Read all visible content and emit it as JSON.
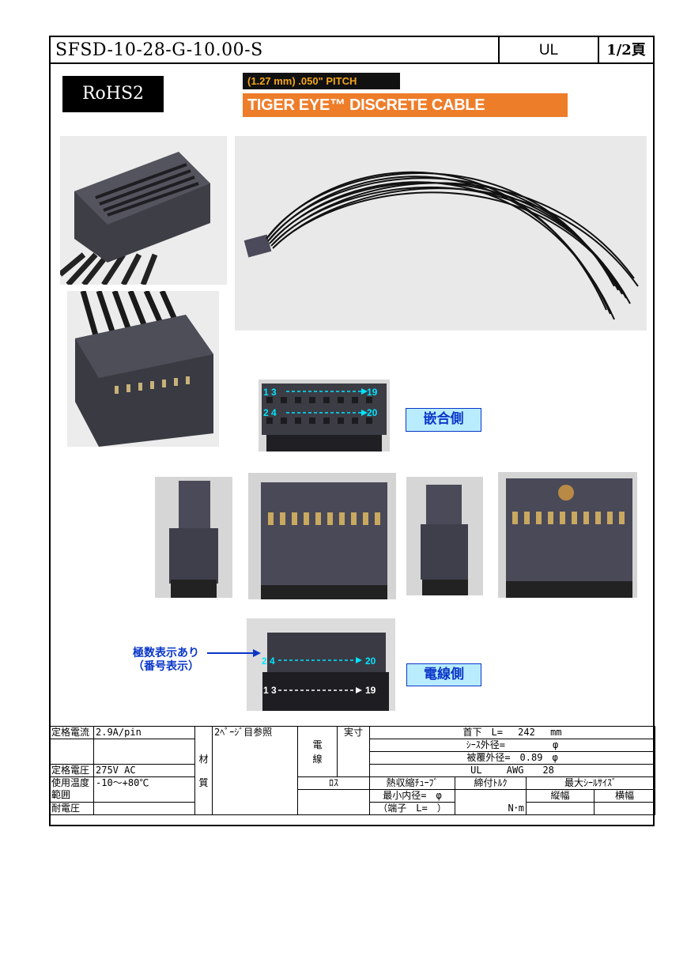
{
  "header": {
    "part_number": "SFSD-10-28-G-10.00-S",
    "standard": "UL",
    "page": "1/2頁"
  },
  "rohs_label": "RoHS2",
  "banner": {
    "pitch": "(1.27 mm) .050\" PITCH",
    "title": "TIGER EYE™ DISCRETE CABLE ASSEMBLY",
    "bg_top": "#111111",
    "bg_bottom": "#ee7d2a"
  },
  "pin_diagram_top": {
    "row1_left": "1 3",
    "row1_right": "19",
    "row2_left": "2 4",
    "row2_right": "20",
    "side_label": "嵌合側"
  },
  "pin_diagram_bottom": {
    "row1_left": "2 4",
    "row1_right": "20",
    "row2_left": "1 3",
    "row2_right": "19",
    "side_label": "電線側",
    "polarity_note_1": "極数表示あり",
    "polarity_note_2": "（番号表示）"
  },
  "spec": {
    "rated_current_label": "定格電流",
    "rated_current_value": "2.9A/pin",
    "rated_voltage_label": "定格電圧",
    "rated_voltage_value": "275V AC",
    "temp_label_1": "使用温度",
    "temp_label_2": "範囲",
    "temp_value": "-10～+80℃",
    "withstand_label": "耐電圧",
    "material_label_1": "材",
    "material_label_2": "質",
    "material_value": "2ﾍﾟｰｼﾞ目参照",
    "wire_label_1": "電",
    "wire_label_2": "線",
    "actual_label": "実寸",
    "neck_length": "首下　L=　 242　 mm",
    "sheath_od": "ｼｰｽ外径=　　　　　φ",
    "insulation_od": "被覆外径=　0.89　φ",
    "ul_awg": "UL　　 AWG　　28",
    "loss_label": "ﾛｽ",
    "heat_shrink_label": "熱収縮ﾁｭｰﾌﾞ",
    "min_inner_d": "最小内径=　φ",
    "terminal_l": "（端子　L=　）",
    "torque_label": "締付ﾄﾙｸ",
    "torque_unit": "N･m",
    "max_seal_label": "最大ｼｰﾙｻｲｽﾞ",
    "height_label": "縦幅",
    "width_label": "横幅"
  }
}
